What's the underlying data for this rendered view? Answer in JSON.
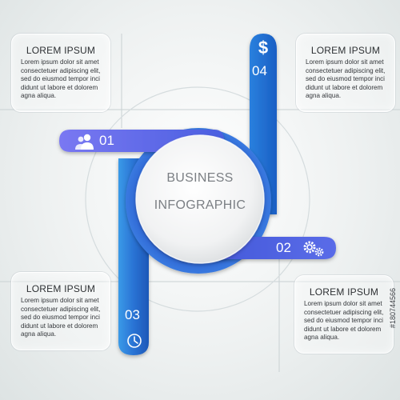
{
  "center": {
    "line1": "BUSINESS",
    "line2": "INFOGRAPHIC"
  },
  "steps": [
    {
      "number": "01",
      "icon": "people-icon",
      "color": "#6a6ef0"
    },
    {
      "number": "02",
      "icon": "gears-icon",
      "color": "#4d61d9"
    },
    {
      "number": "03",
      "icon": "clock-icon",
      "color": "#2f86cf"
    },
    {
      "number": "04",
      "icon": "dollar-icon",
      "color": "#3b8fe0"
    }
  ],
  "cards": [
    {
      "id": "top-left",
      "title": "LOREM IPSUM",
      "lines": [
        "Lorem ipsum dolor sit amet",
        "consectetuer adipiscing elit,",
        "sed do eiusmod tempor inci",
        "didunt ut labore et dolorem",
        "agna aliqua."
      ]
    },
    {
      "id": "top-right",
      "title": "LOREM IPSUM",
      "lines": [
        "Lorem ipsum dolor sit amet",
        "consectetuer adipiscing elit,",
        "sed do eiusmod tempor inci",
        "didunt ut labore et dolorem",
        "agna aliqua."
      ]
    },
    {
      "id": "bottom-left",
      "title": "LOREM IPSUM",
      "lines": [
        "Lorem ipsum dolor sit amet",
        "consectetuer adipiscing elit,",
        "sed do eiusmod tempor inci",
        "didunt ut labore et dolorem",
        "agna aliqua."
      ]
    },
    {
      "id": "bottom-right",
      "title": "LOREM IPSUM",
      "lines": [
        "Lorem ipsum dolor sit amet",
        "consectetuer adipiscing elit,",
        "sed do eiusmod tempor inci",
        "didunt ut labore et dolorem",
        "agna aliqua."
      ]
    }
  ],
  "stock_id": "#180744566"
}
